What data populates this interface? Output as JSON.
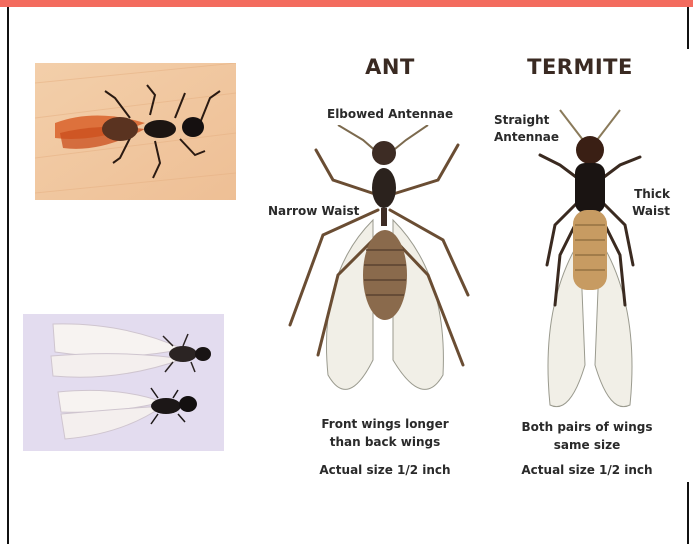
{
  "ant": {
    "heading": "ANT",
    "antennae_label": "Elbowed Antennae",
    "waist_label": "Narrow Waist",
    "wings_label_line1": "Front wings longer",
    "wings_label_line2": "than back wings",
    "size_label": "Actual size 1/2 inch"
  },
  "termite": {
    "heading": "TERMITE",
    "antennae_label": "Straight\nAntennae",
    "waist_label": "Thick\nWaist",
    "wings_label_line1": "Both pairs of wings",
    "wings_label_line2": "same size",
    "size_label": "Actual size 1/2 inch"
  },
  "colors": {
    "top_bar": "#f36b5e",
    "wood": "#f2c9a2",
    "lavender": "#e3dcef",
    "label_text": "#2a2a2a"
  }
}
